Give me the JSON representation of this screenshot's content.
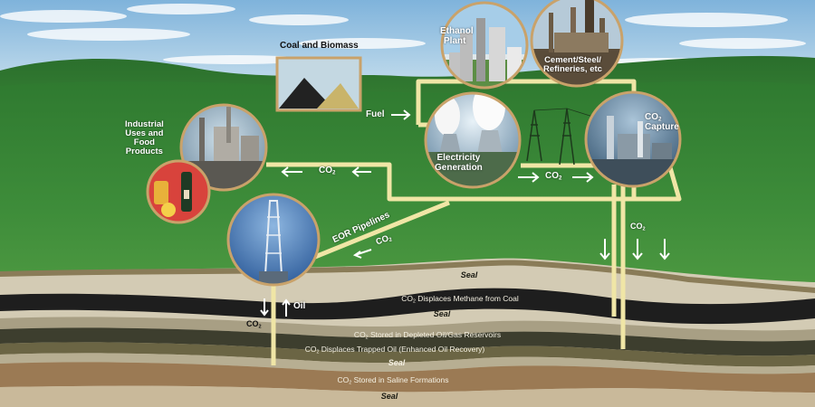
{
  "facilities": {
    "coal_biomass": "Coal and Biomass",
    "ethanol": [
      "Ethanol",
      "Plant"
    ],
    "cement": [
      "Cement/Steel/",
      "Refineries, etc"
    ],
    "electricity": [
      "Electricity",
      "Generation"
    ],
    "co2_capture": [
      "CO",
      "2",
      "Capture"
    ],
    "industrial": [
      "Industrial",
      "Uses and",
      "Food",
      "Products"
    ]
  },
  "flows": {
    "fuel": "Fuel",
    "co2_left": [
      "CO",
      "2"
    ],
    "co2_right": [
      "CO",
      "2"
    ],
    "eor_pipelines": "EOR Pipelines",
    "eor_co2": [
      "CO",
      "2"
    ],
    "down_co2": [
      "CO",
      "2"
    ],
    "well_co2": [
      "CO",
      "2"
    ],
    "oil": "Oil"
  },
  "strata": {
    "seal_top": "Seal",
    "methane": [
      "CO",
      "2",
      " Displaces Methane from Coal"
    ],
    "seal_2": "Seal",
    "depleted": [
      "CO",
      "2",
      " Stored in Depleted Oil/Gas Reservoirs"
    ],
    "eor": [
      "CO",
      "2",
      " Displaces Trapped Oil (Enhanced Oil Recovery)"
    ],
    "seal_3": "Seal",
    "saline": [
      "CO",
      "2",
      " Stored in Saline Formations"
    ],
    "seal_bottom": "Seal"
  },
  "colors": {
    "sky": "#a9cde6",
    "grass": "#3d8a3a",
    "pipe": "#f0e6a6",
    "circle_border": "#c9a26a",
    "coal_seam": "#1e1e1e"
  }
}
